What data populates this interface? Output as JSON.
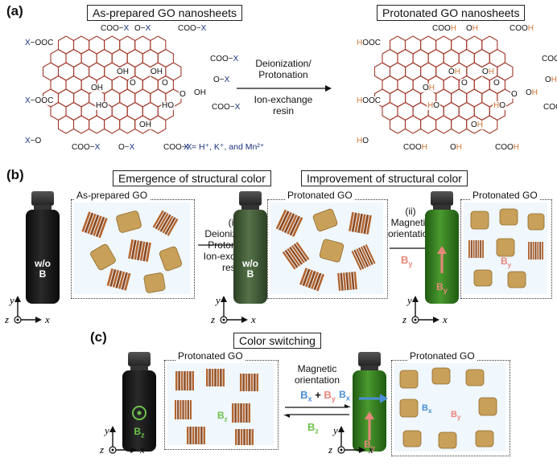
{
  "panel_a": {
    "label": "(a)",
    "left_title": "As-prepared GO nanosheets",
    "right_title": "Protonated GO nanosheets",
    "arrow_top": "Deionization/\nProtonation",
    "arrow_bottom": "Ion-exchange\nresin",
    "x_legend": "X = H⁺, K⁺, and Mn²⁺",
    "left_groups": [
      "X−OOC",
      "COO−X",
      "O−X",
      "COO−X",
      "COO−X",
      "O−X",
      "X−OOC",
      "COO−X",
      "X−O",
      "COO−X",
      "O−X",
      "COO−X",
      "OH",
      "OH",
      "OH",
      "O",
      "O",
      "HO",
      "OH",
      "HO",
      "O",
      "OH"
    ],
    "right_groups": [
      "HOOC",
      "COOH",
      "OH",
      "COOH",
      "COOH",
      "OH",
      "HOOC",
      "COOH",
      "HO",
      "COOH",
      "OH",
      "COOH",
      "OH",
      "OH",
      "OH",
      "O",
      "O",
      "HO",
      "OH",
      "HO",
      "O",
      "OH"
    ]
  },
  "panel_b": {
    "label": "(b)",
    "title_left": "Emergence of structural color",
    "title_right": "Improvement of structural color",
    "box1_title": "As-prepared GO",
    "box2_title": "Protonated GO",
    "box3_title": "Protonated GO",
    "step1": "(i)\nDeionization/\nProtonation\nIon-exchange\nresin",
    "step2": "(ii)\nMagnetic\norientation",
    "step2_field": "B",
    "step2_field_sub": "y",
    "vial1_label": "w/o\nB",
    "vial2_label": "w/o\nB",
    "vial3_label": "B",
    "vial3_sub": "y",
    "inbox3_label": "B",
    "inbox3_sub": "y"
  },
  "panel_c": {
    "label": "(c)",
    "title": "Color switching",
    "box1_title": "Protonated GO",
    "box2_title": "Protonated GO",
    "arrow_top": "Magnetic\norientation",
    "forward_field": "Bₓ + Bᵧ",
    "forward_bx": "B",
    "forward_bx_sub": "x",
    "forward_plus": "+",
    "forward_by": "B",
    "forward_by_sub": "y",
    "reverse_field": "B",
    "reverse_field_sub": "z",
    "vial1_label": "B",
    "vial1_sub": "z",
    "inbox1_label": "B",
    "inbox1_sub": "z",
    "vial2_bx": "B",
    "vial2_bx_sub": "x",
    "vial2_by": "B",
    "vial2_by_sub": "y",
    "inbox2_bx": "B",
    "inbox2_bx_sub": "x",
    "inbox2_by": "B",
    "inbox2_by_sub": "y"
  },
  "axes": {
    "y": "y",
    "z": "z",
    "x": "x"
  },
  "colors": {
    "ring": "#a23a2b",
    "x_blue": "#1a2f7a",
    "h_orange": "#d07a3a",
    "vial_black": "#151515",
    "vial_green_dark": "#3f5a34",
    "vial_green": "#2f6e1e",
    "bz_green": "#6cc24a",
    "bx_blue": "#4a8fd6",
    "by_pink": "#e8877c",
    "sheet_brown": "#8a4a22",
    "sheet_gold": "#c9a05a"
  }
}
